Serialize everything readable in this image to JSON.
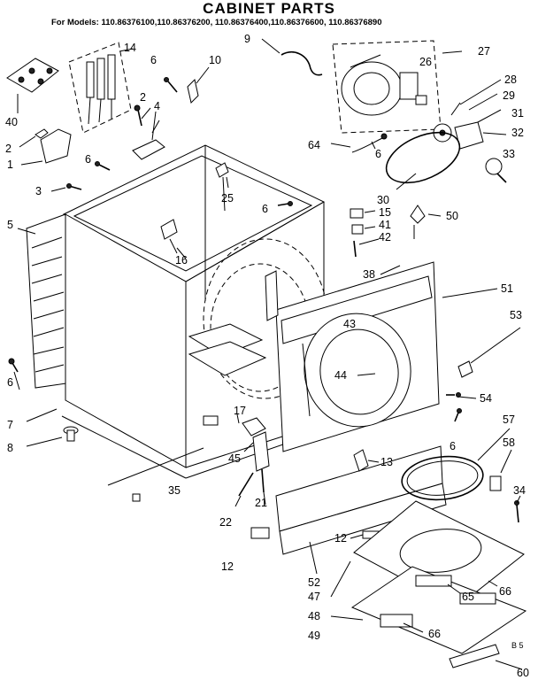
{
  "title": "CABINET PARTS",
  "models_line": "For Models: 110.86376100,110.86376200, 110.86376400,110.86376600, 110.86376890",
  "part_labels": {
    "p1": "1",
    "p2a": "2",
    "p2b": "2",
    "p3": "3",
    "p4": "4",
    "p5": "5",
    "p6a": "6",
    "p6b": "6",
    "p6c": "6",
    "p6d": "6",
    "p6e": "6",
    "p6f": "6",
    "p7": "7",
    "p8": "8",
    "p9": "9",
    "p10": "10",
    "p12a": "12",
    "p12b": "12",
    "p13": "13",
    "p14": "14",
    "p15": "15",
    "p16": "16",
    "p17": "17",
    "p21": "21",
    "p22": "22",
    "p25": "25",
    "p26": "26",
    "p27": "27",
    "p28": "28",
    "p29": "29",
    "p30": "30",
    "p31": "31",
    "p32": "32",
    "p33": "33",
    "p34": "34",
    "p35": "35",
    "p38": "38",
    "p40": "40",
    "p41": "41",
    "p42": "42",
    "p43": "43",
    "p44": "44",
    "p45": "45",
    "p47": "47",
    "p48": "48",
    "p49": "49",
    "p50": "50",
    "p51": "51",
    "p52": "52",
    "p53": "53",
    "p54": "54",
    "p57": "57",
    "p58": "58",
    "p60": "60",
    "p64": "64",
    "p65": "65",
    "p66a": "66",
    "p66b": "66"
  },
  "page_code": "B 5"
}
